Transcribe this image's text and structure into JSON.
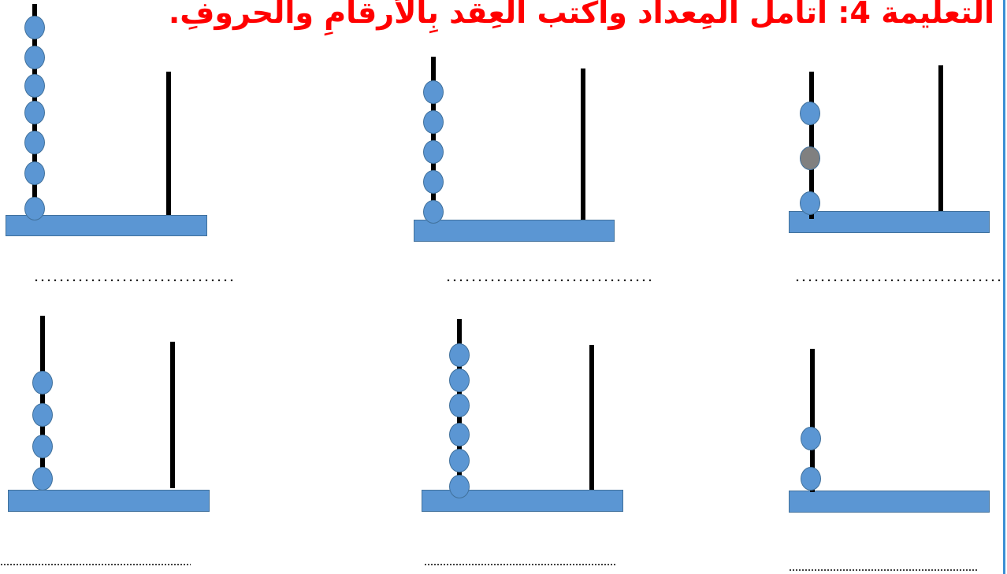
{
  "worksheet": {
    "instruction": "التعليمة 4: أتأمل المِعداد وأكتب العِقد بِالأرقامِ والحروفِ."
  },
  "colors": {
    "title": "#ff0000",
    "bead": "#5b96d3",
    "bead_gray": "#808080",
    "base": "#5b96d3",
    "rod": "#000000",
    "border": "#3b8fd4"
  },
  "abaci": [
    {
      "position": "top-right",
      "tens_beads": 3,
      "units_beads": 0,
      "bead_colors": [
        "blue",
        "gray",
        "blue"
      ]
    },
    {
      "position": "top-middle",
      "tens_beads": 5,
      "units_beads": 0
    },
    {
      "position": "top-left",
      "tens_beads": 7,
      "units_beads": 0
    },
    {
      "position": "bottom-right",
      "tens_beads": 2,
      "units_beads": 0
    },
    {
      "position": "bottom-middle",
      "tens_beads": 6,
      "units_beads": 0
    },
    {
      "position": "bottom-left",
      "tens_beads": 4,
      "units_beads": 0
    }
  ]
}
